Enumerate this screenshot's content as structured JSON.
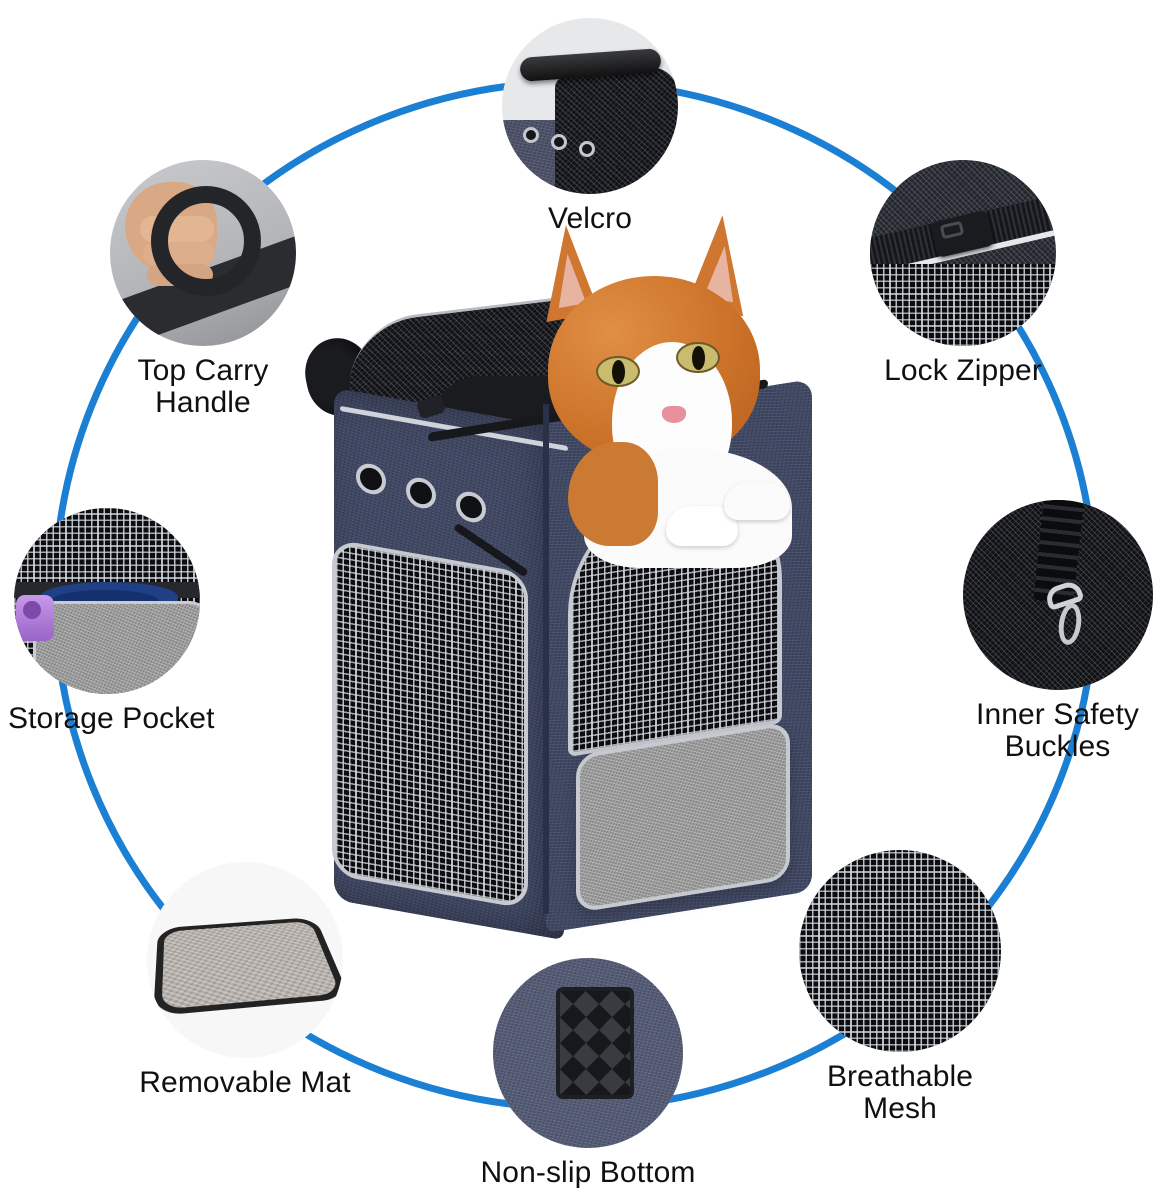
{
  "page": {
    "title": "Pet Carrier Backpack Feature Callouts",
    "background_color": "#ffffff",
    "arc_color": "#1b7fd4",
    "label_color": "#101010"
  },
  "center_product": {
    "name": "Expandable pet carrier backpack with orange and white cat",
    "body_color": "#3f4763",
    "mesh_color": "#16171b",
    "pocket_color": "#9a9a9a",
    "trim_color": "#c9ccd2",
    "cat_fur_primary": "#d1762f",
    "cat_fur_secondary": "#ffffff"
  },
  "callouts": [
    {
      "id": "velcro",
      "label": "Velcro",
      "position": "top-center",
      "image_alt": "Close-up of black velcro strap on carrier top flap with three grommet vent holes"
    },
    {
      "id": "top-carry-handle",
      "label": "Top Carry\nHandle",
      "position": "top-left",
      "image_alt": "Hand gripping the padded black top carry handle"
    },
    {
      "id": "lock-zipper",
      "label": "Lock Zipper",
      "position": "top-right",
      "image_alt": "Black side-release lock buckle securing the zipper pulls"
    },
    {
      "id": "storage-pocket",
      "label": "Storage Pocket",
      "position": "left",
      "image_alt": "Grey front storage pocket holding a collapsible blue bowl and purple bottle"
    },
    {
      "id": "inner-safety-buckles",
      "label": "Inner Safety\nBuckles",
      "position": "right",
      "image_alt": "Inner black webbing strap with silver swivel safety clip on mesh"
    },
    {
      "id": "removable-mat",
      "label": "Removable Mat",
      "position": "bottom-left",
      "image_alt": "Grey fleece removable mat with black trim"
    },
    {
      "id": "non-slip-bottom",
      "label": "Non-slip Bottom",
      "position": "bottom-center",
      "image_alt": "Black pyramid-stud non-slip pad on the denim-blue carrier bottom"
    },
    {
      "id": "breathable-mesh",
      "label": "Breathable Mesh",
      "position": "bottom-right",
      "image_alt": "Close-up of black breathable woven mesh fabric"
    }
  ]
}
